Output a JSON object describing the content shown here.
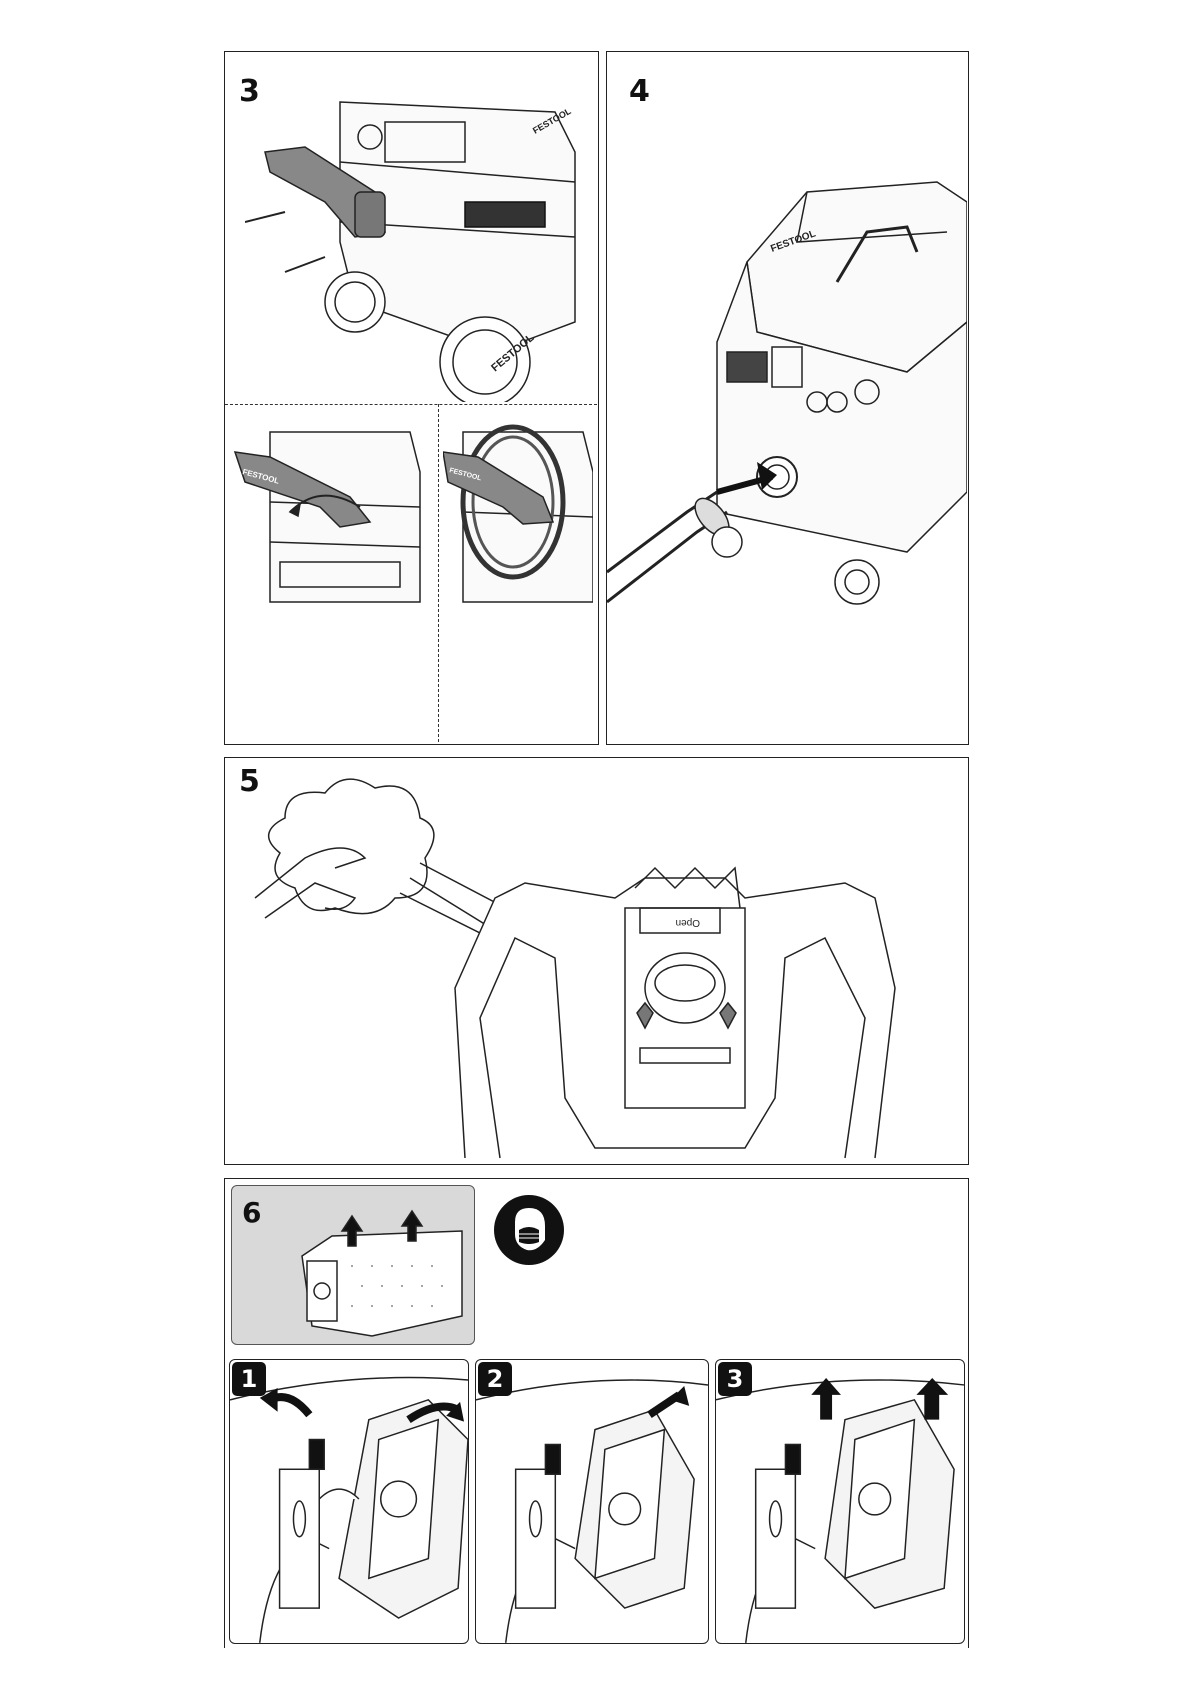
{
  "steps": {
    "step3": "3",
    "step4": "4",
    "step5": "5",
    "step6": "6"
  },
  "substeps": [
    "1",
    "2",
    "3"
  ],
  "labels": {
    "brand": "FESTOOL",
    "open_tab": "Open"
  },
  "icons": {
    "ppe": "respirator-mask-icon"
  }
}
